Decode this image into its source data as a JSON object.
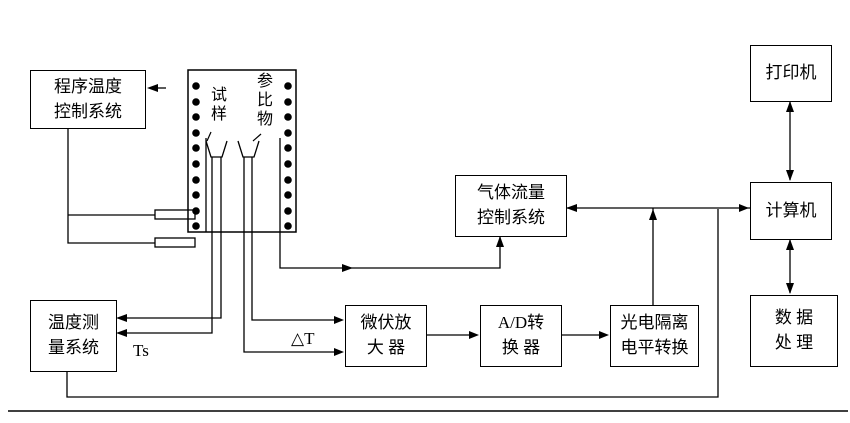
{
  "colors": {
    "line": "#000000",
    "background": "#ffffff"
  },
  "boxes": {
    "program_temp": {
      "lines": [
        "程序温度",
        "控制系统"
      ]
    },
    "gas_flow": {
      "lines": [
        "气体流量",
        "控制系统"
      ]
    },
    "printer": {
      "lines": [
        "打印机"
      ]
    },
    "computer": {
      "lines": [
        "计算机"
      ]
    },
    "data_processing": {
      "lines": [
        "数 据",
        "处 理"
      ]
    },
    "temp_measure": {
      "lines": [
        "温度测",
        "量系统"
      ]
    },
    "microvolt_amp": {
      "lines": [
        "微伏放",
        "大 器"
      ]
    },
    "ad_converter": {
      "lines": [
        "A/D转",
        "换 器"
      ]
    },
    "opto_level": {
      "lines": [
        "光电隔离",
        "电平转换"
      ]
    }
  },
  "furnace": {
    "sample": "试样",
    "reference": "参比物"
  },
  "labels": {
    "ts": "Ts",
    "delta_t": "△T"
  }
}
